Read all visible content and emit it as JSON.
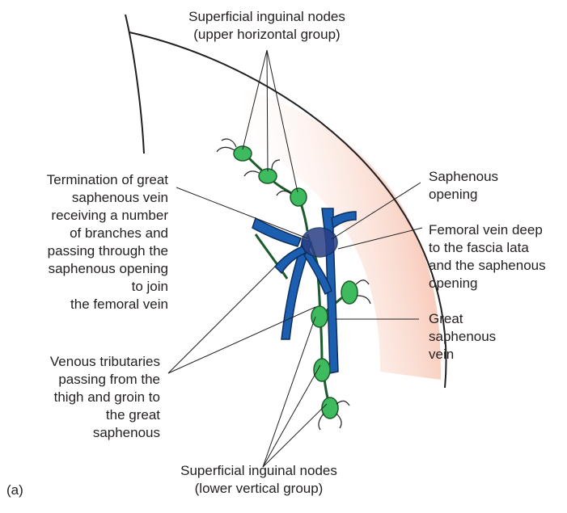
{
  "figure": {
    "panel_label": "(a)",
    "labels": {
      "upper_nodes": "Superficial inguinal nodes\n(upper horizontal group)",
      "termination": "Termination of great\nsaphenous vein\nreceiving a number\nof branches and\npassing through the\nsaphenous opening\nto join\nthe femoral vein",
      "saphenous_opening": "Saphenous\nopening",
      "femoral_vein": "Femoral vein deep\nto the fascia lata\nand the saphenous\nopening",
      "great_saphenous": "Great\nsaphenous\nvein",
      "tributaries": "Venous tributaries\npassing from the\nthigh and groin to\nthe great\nsaphenous",
      "lower_nodes": "Superficial inguinal nodes\n(lower vertical group)"
    },
    "colors": {
      "vein": "#1c5fb0",
      "vein_outline": "#0d2f5e",
      "node_fill": "#3dbb5e",
      "node_outline": "#1d5a2c",
      "opening_fill": "#2a3f86",
      "shading": "#f7c6b3",
      "leader": "#231f20"
    }
  }
}
